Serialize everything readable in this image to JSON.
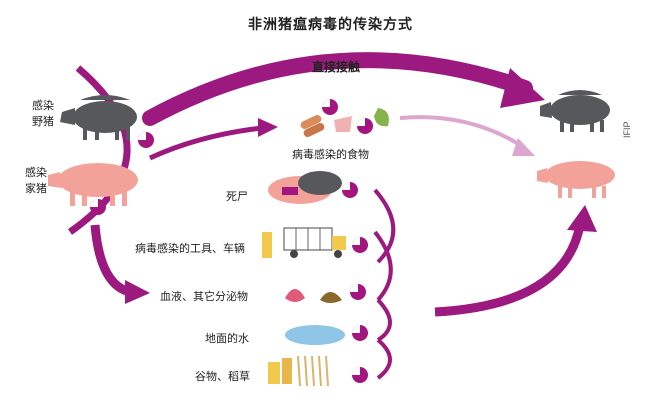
{
  "title": "非洲猪瘟病毒的传染方式",
  "direct_contact_label": "直接接触",
  "sources": {
    "wild_boar": "感染\n野猪",
    "domestic_pig": "感染\n家猪"
  },
  "infected_food_label": "病毒感染的食物",
  "indirect_sources": [
    "死尸",
    "病毒感染的工具、车辆",
    "血液、其它分泌物",
    "地面的水",
    "谷物、稻草"
  ],
  "credit": "IFIP",
  "colors": {
    "arrow": "#9c1a80",
    "virus": "#a3167f",
    "pig": "#f3a29a",
    "boar": "#56585c"
  }
}
